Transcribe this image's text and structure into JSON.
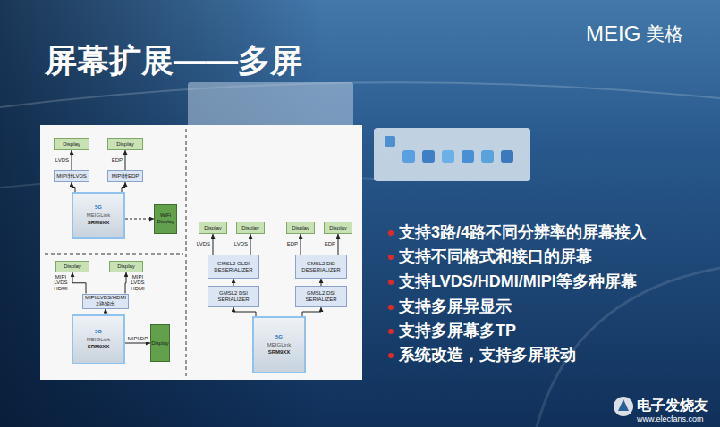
{
  "diagram": {
    "title": "屏幕扩展——多屏",
    "nodes": [
      {
        "text": [
          "Display"
        ]
      },
      {
        "text": [
          "Display"
        ]
      },
      {
        "text": [
          "MIPI转LVDS"
        ]
      },
      {
        "text": [
          "MIPI转EDP"
        ]
      },
      {
        "text": [
          "5G",
          "MEIGLink",
          "SRM9XX"
        ]
      },
      {
        "text": [
          "WiFi Display"
        ]
      },
      {
        "text": [
          "Display"
        ]
      },
      {
        "text": [
          "Display"
        ]
      },
      {
        "text": [
          "MIPI/LVDS/HDMI 2路输出"
        ]
      },
      {
        "text": [
          "5G",
          "MEIGLink",
          "SRM9XX"
        ]
      },
      {
        "text": [
          "Display"
        ]
      },
      {
        "text": [
          "Display"
        ]
      },
      {
        "text": [
          "Display"
        ]
      },
      {
        "text": [
          "Display"
        ]
      },
      {
        "text": [
          "Display"
        ]
      },
      {
        "text": [
          "GMSL2 OLDI DESERIALIZER"
        ]
      },
      {
        "text": [
          "GMSL2 DSI DESERIALIZER"
        ]
      },
      {
        "text": [
          "GMSL2 DSI SERIALIZER"
        ]
      },
      {
        "text": [
          "GMSL2 DSI SERIALIZER"
        ]
      },
      {
        "text": [
          "5G",
          "MEIGLink",
          "SRM9XX"
        ]
      }
    ],
    "edges": [
      {
        "from": 2,
        "to": 0,
        "arrow": "to",
        "label": "LVDS"
      },
      {
        "from": 3,
        "to": 1,
        "arrow": "to",
        "label": "EDP"
      },
      {
        "from": 4,
        "to": 2,
        "arrow": "to"
      },
      {
        "from": 4,
        "to": 3,
        "arrow": "to"
      },
      {
        "from": 4,
        "to": 5,
        "arrow": "to"
      },
      {
        "from": 8,
        "to": 6,
        "arrow": "to",
        "label": "MIPI LVDS HDMI"
      },
      {
        "from": 8,
        "to": 7,
        "arrow": "to",
        "label": "MIPI LVDS HDMI"
      },
      {
        "from": 9,
        "to": 8,
        "arrow": "to"
      },
      {
        "from": 9,
        "to": 10,
        "arrow": "to",
        "label": "MIPI/DP"
      },
      {
        "from": 15,
        "to": 11,
        "arrow": "to",
        "label": "LVDS"
      },
      {
        "from": 15,
        "to": 12,
        "arrow": "to",
        "label": "LVDS"
      },
      {
        "from": 16,
        "to": 13,
        "arrow": "to",
        "label": "EDP"
      },
      {
        "from": 16,
        "to": 14,
        "arrow": "to",
        "label": "EDP"
      },
      {
        "from": 17,
        "to": 15,
        "arrow": "to"
      },
      {
        "from": 18,
        "to": 16,
        "arrow": "to"
      },
      {
        "from": 19,
        "to": 17,
        "arrow": "to"
      },
      {
        "from": 19,
        "to": 18,
        "arrow": "to"
      }
    ],
    "labels": [
      "MEIG",
      "美格",
      "支持3路/4路不同分辨率的屏幕接入",
      "支持不同格式和接口的屏幕",
      "支持LVDS/HDMI/MIPI等多种屏幕",
      "支持多屏异显示",
      "支持多屏幕多TP",
      "系统改造，支持多屏联动",
      "电子发烧友",
      "www.elecfans.com"
    ]
  }
}
